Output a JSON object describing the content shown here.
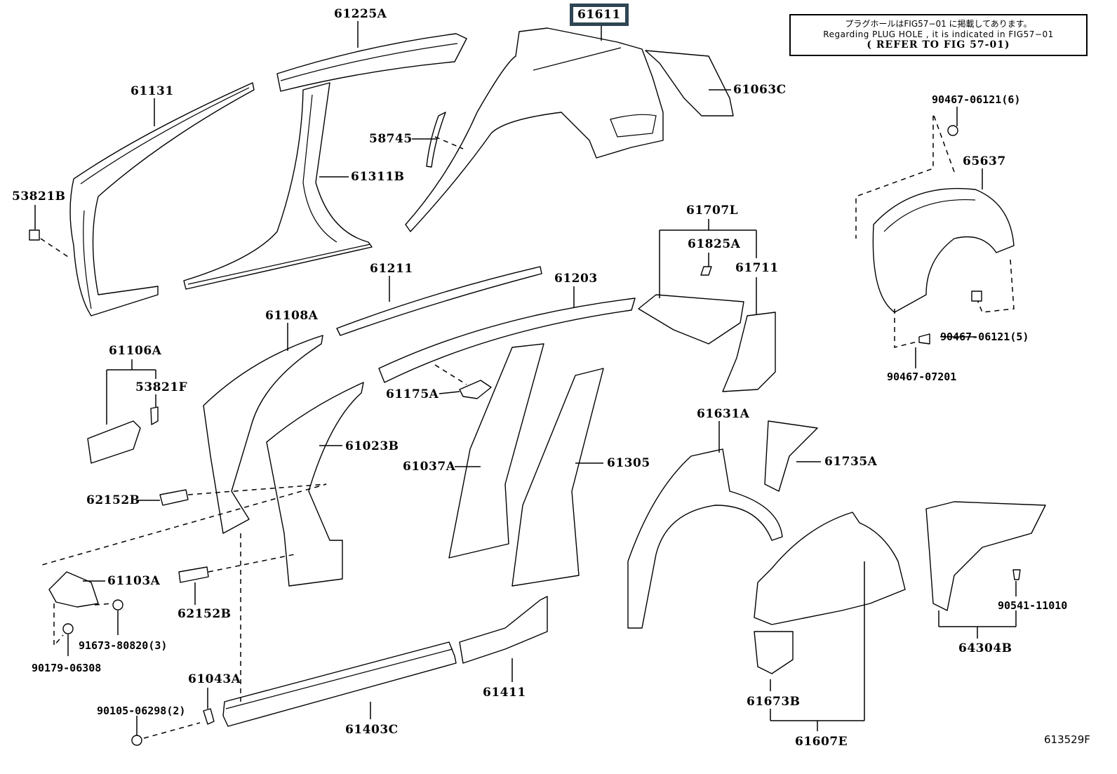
{
  "diagram": {
    "title_note": {
      "line_jp": "プラグホールはFIG57−01 に掲載してあります。",
      "line_en": "Regarding PLUG HOLE , it is indicated in FIG57−01",
      "line_ref": "( REFER TO FIG 57-01)"
    },
    "figure_id": "613529F",
    "highlight_color": "#2f4553",
    "highlighted_part": "61611",
    "parts": {
      "p61225A": "61225A",
      "p61611": "61611",
      "p61063C": "61063C",
      "p61131": "61131",
      "p58745": "58745",
      "p61311B": "61311B",
      "p53821B": "53821B",
      "p90467_06121_6": "90467-06121(6)",
      "p65637": "65637",
      "p61707L": "61707L",
      "p61825A": "61825A",
      "p61711": "61711",
      "p61211": "61211",
      "p61203": "61203",
      "p61108A": "61108A",
      "p61106A": "61106A",
      "p53821F": "53821F",
      "p61175A": "61175A",
      "p90467_06121_5": "90467-06121(5)",
      "p90467_07201": "90467-07201",
      "p61631A": "61631A",
      "p61023B": "61023B",
      "p61037A": "61037A",
      "p61305": "61305",
      "p61735A": "61735A",
      "p62152B_a": "62152B",
      "p62152B_b": "62152B",
      "p61103A": "61103A",
      "p91673_80820": "91673-80820(3)",
      "p90179_06308": "90179-06308",
      "p90541_11010": "90541-11010",
      "p64304B": "64304B",
      "p61043A": "61043A",
      "p90105_06298": "90105-06298(2)",
      "p61411": "61411",
      "p61673B": "61673B",
      "p61403C": "61403C",
      "p61607E": "61607E"
    }
  }
}
